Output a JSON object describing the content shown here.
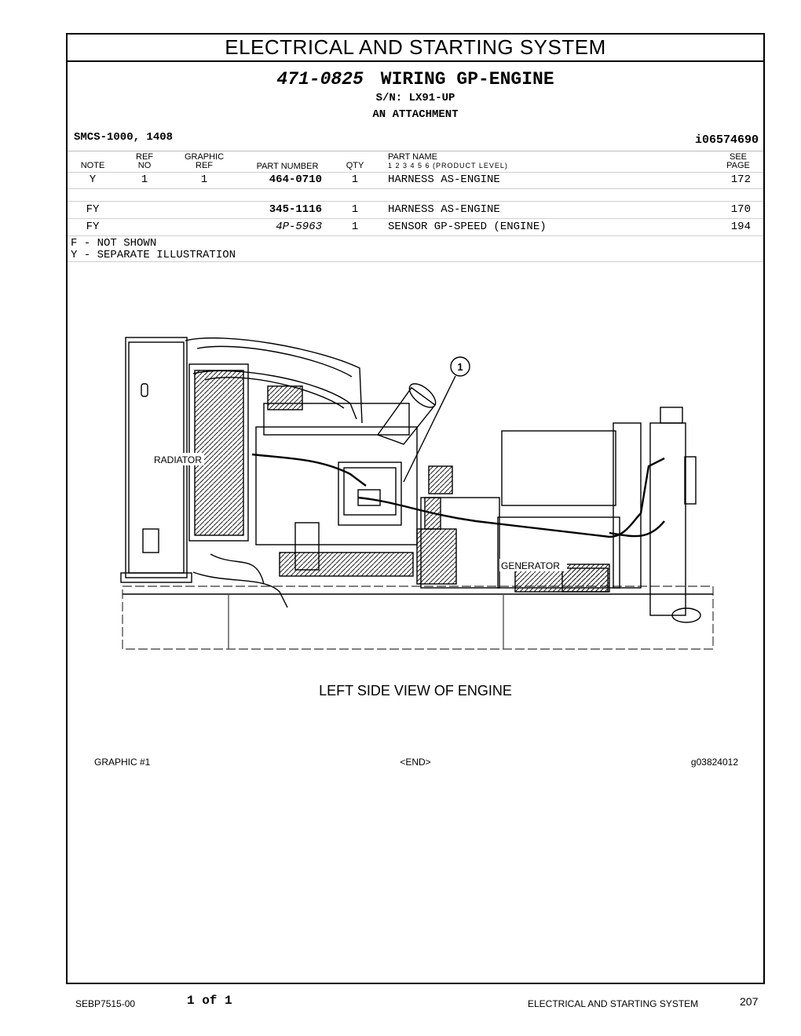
{
  "section_title": "ELECTRICAL  AND  STARTING  SYSTEM",
  "header": {
    "part_number": "471-0825",
    "part_name": "WIRING GP-ENGINE",
    "serial": "S/N: LX91-UP",
    "attachment": "AN ATTACHMENT",
    "smcs": "SMCS-1000, 1408",
    "ident": "i06574690"
  },
  "columns": {
    "note": "NOTE",
    "ref_no_1": "REF",
    "ref_no_2": "NO",
    "graphic_ref_1": "GRAPHIC",
    "graphic_ref_2": "REF",
    "part_number": "PART NUMBER",
    "qty": "QTY",
    "part_name": "PART NAME",
    "product_level": "1   2   3   4   5   6   (PRODUCT LEVEL)",
    "see_page_1": "SEE",
    "see_page_2": "PAGE"
  },
  "rows": [
    {
      "note": "Y",
      "ref_no": "1",
      "graphic_ref": "1",
      "part_number": "464-0710",
      "qty": "1",
      "part_name": "HARNESS AS-ENGINE",
      "page": "172"
    },
    {
      "note": "FY",
      "ref_no": "",
      "graphic_ref": "",
      "part_number": "345-1116",
      "qty": "1",
      "part_name": "HARNESS AS-ENGINE",
      "page": "170"
    },
    {
      "note": "FY",
      "ref_no": "",
      "graphic_ref": "",
      "part_number": "4P-5963",
      "qty": "1",
      "part_name": "SENSOR GP-SPEED (ENGINE)",
      "page": "194"
    }
  ],
  "legend": [
    "F - NOT SHOWN",
    "Y - SEPARATE ILLUSTRATION"
  ],
  "illustration": {
    "callout": "1",
    "label_radiator": "RADIATOR",
    "label_generator": "GENERATOR",
    "caption": "LEFT SIDE VIEW OF ENGINE",
    "graphic_no": "GRAPHIC  #1",
    "end_marker": "<END>",
    "graphic_code": "g03824012"
  },
  "footer": {
    "doc_id": "SEBP7515-00",
    "page_of": "1 of 1",
    "section": "ELECTRICAL  AND  STARTING  SYSTEM",
    "page_number": "207"
  }
}
